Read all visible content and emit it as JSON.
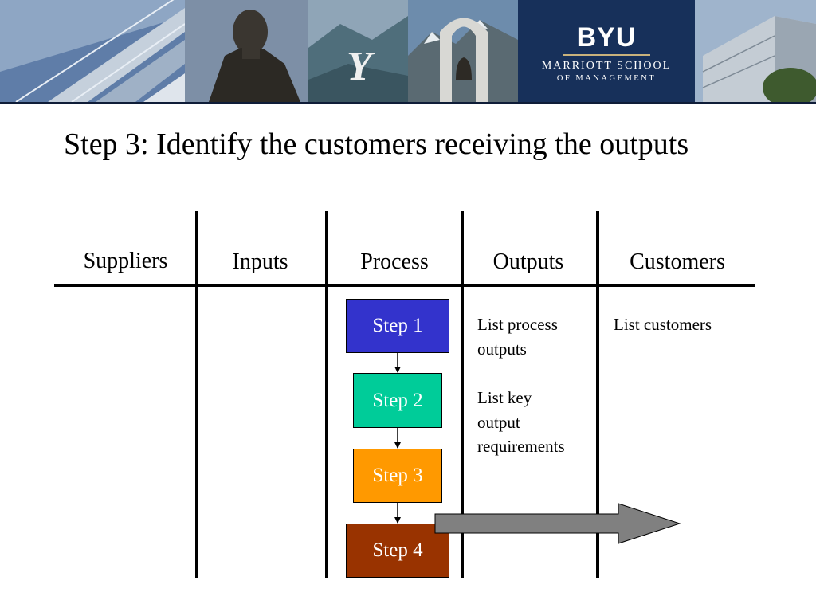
{
  "banner": {
    "logo_text": "BYU",
    "school_line1": "MARRIOTT SCHOOL",
    "school_line2": "OF MANAGEMENT",
    "colors": {
      "navy": "#17305a",
      "gold": "#c9b27c"
    }
  },
  "slide": {
    "title": "Step 3: Identify the customers receiving the outputs"
  },
  "sipoc": {
    "columns": [
      "Suppliers",
      "Inputs",
      "Process",
      "Outputs",
      "Customers"
    ],
    "steps": [
      {
        "label": "Step 1",
        "color": "#3333cc"
      },
      {
        "label": "Step 2",
        "color": "#00cc99"
      },
      {
        "label": "Step 3",
        "color": "#ff9900"
      },
      {
        "label": "Step 4",
        "color": "#993300"
      }
    ],
    "outputs_notes": {
      "note1_line1": "List process",
      "note1_line2": "outputs",
      "note2_line1": "List key",
      "note2_line2": "output",
      "note2_line3": "requirements"
    },
    "customers_note": "List customers",
    "arrow_color": "#808080"
  }
}
